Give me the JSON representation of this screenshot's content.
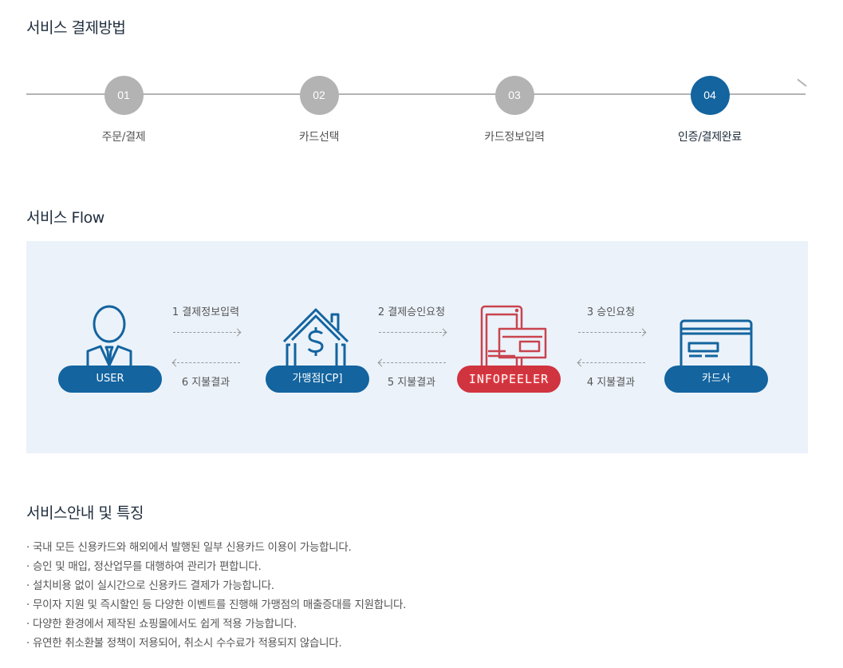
{
  "payment_method": {
    "title": "서비스 결제방법",
    "steps": [
      {
        "number": "01",
        "label": "주문/결제",
        "active": false
      },
      {
        "number": "02",
        "label": "카드선택",
        "active": false
      },
      {
        "number": "03",
        "label": "카드정보입력",
        "active": false
      },
      {
        "number": "04",
        "label": "인증/결제완료",
        "active": true
      }
    ]
  },
  "flow": {
    "title": "서비스 Flow",
    "nodes": [
      {
        "label": "USER",
        "icon": "user-icon",
        "color": "#13649f"
      },
      {
        "label": "가맹점[CP]",
        "icon": "house-dollar-icon",
        "color": "#13649f"
      },
      {
        "label": "INFOPEELER",
        "icon": "tablet-card-icon",
        "color": "#d0343f"
      },
      {
        "label": "카드사",
        "icon": "credit-card-icon",
        "color": "#13649f"
      }
    ],
    "connectors": [
      {
        "forward": "1 결제정보입력",
        "back": "6 지불결과"
      },
      {
        "forward": "2 결제승인요청",
        "back": "5 지불결과"
      },
      {
        "forward": "3 승인요청",
        "back": "4 지불결과"
      }
    ]
  },
  "features": {
    "title": "서비스안내 및 특징",
    "items": [
      "· 국내 모든 신용카드와 해외에서 발행된 일부 신용카드 이용이 가능합니다.",
      "· 승인 및 매입, 정산업무를 대행하여 관리가 편합니다.",
      "· 설치비용 없이 실시간으로 신용카드 결제가 가능합니다.",
      "· 무이자 지원 및 즉시할인 등 다양한 이벤트를 진행해 가맹점의 매출증대를 지원합니다.",
      "· 다양한 환경에서 제작된 쇼핑몰에서도 쉽게 적용 가능합니다.",
      "· 유연한 취소환불 정책이 저용되어, 취소시 수수료가 적용되지 않습니다."
    ]
  },
  "colors": {
    "accent_blue": "#13649f",
    "accent_red": "#d0343f",
    "inactive_gray": "#b3b3b3",
    "flow_bg": "#ebf2fa"
  }
}
